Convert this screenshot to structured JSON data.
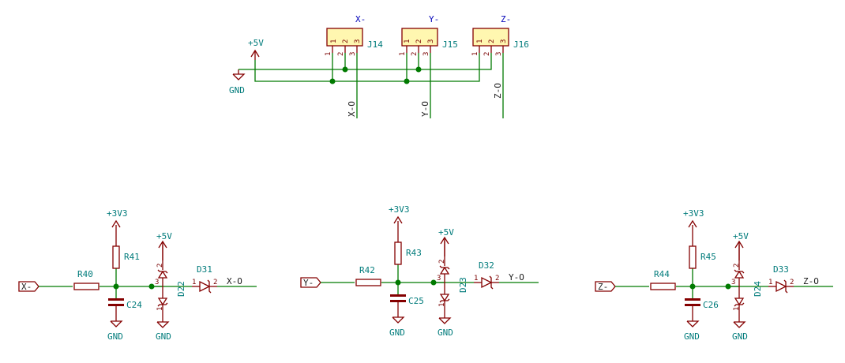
{
  "connectors": [
    {
      "ref": "J14",
      "label": "X-",
      "pins": [
        "1",
        "2",
        "3"
      ],
      "net": "X-O"
    },
    {
      "ref": "J15",
      "label": "Y-",
      "pins": [
        "1",
        "2",
        "3"
      ],
      "net": "Y-O"
    },
    {
      "ref": "J16",
      "label": "Z-",
      "pins": [
        "1",
        "2",
        "3"
      ],
      "net": "Z-O"
    }
  ],
  "top_power": {
    "vcc": "+5V",
    "gnd": "GND"
  },
  "channels": [
    {
      "input": "X-",
      "vcc": "+3V3",
      "pullup": "R41",
      "series": "R40",
      "cap": "C24",
      "tvs": "D22",
      "tvs_vcc": "+5V",
      "diode": "D31",
      "diode_pin1": "1",
      "diode_pin2": "2",
      "tvs_pin1": "1",
      "tvs_pin2": "2",
      "tvs_pin3": "3",
      "output": "X-O",
      "gnd1": "GND",
      "gnd2": "GND"
    },
    {
      "input": "Y-",
      "vcc": "+3V3",
      "pullup": "R43",
      "series": "R42",
      "cap": "C25",
      "tvs": "D23",
      "tvs_vcc": "+5V",
      "diode": "D32",
      "diode_pin1": "1",
      "diode_pin2": "2",
      "tvs_pin1": "1",
      "tvs_pin2": "2",
      "tvs_pin3": "3",
      "output": "Y-O",
      "gnd1": "GND",
      "gnd2": "GND"
    },
    {
      "input": "Z-",
      "vcc": "+3V3",
      "pullup": "R45",
      "series": "R44",
      "cap": "C26",
      "tvs": "D24",
      "tvs_vcc": "+5V",
      "diode": "D33",
      "diode_pin1": "1",
      "diode_pin2": "2",
      "tvs_pin1": "1",
      "tvs_pin2": "2",
      "tvs_pin3": "3",
      "output": "Z-O",
      "gnd1": "GND",
      "gnd2": "GND"
    }
  ]
}
